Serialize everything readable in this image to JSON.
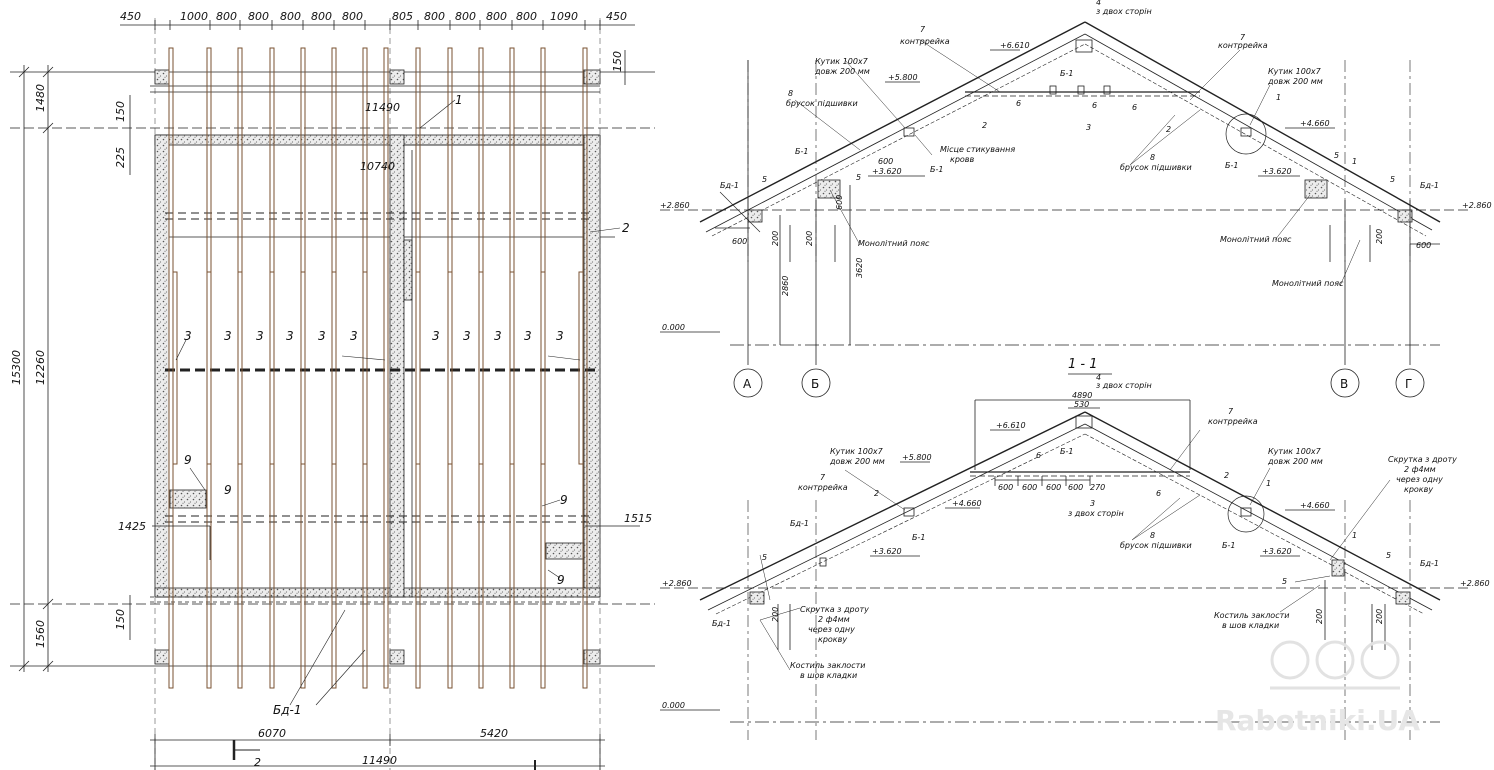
{
  "plan": {
    "top_dims": [
      "450",
      "1000",
      "800",
      "800",
      "800",
      "800",
      "800",
      "805",
      "800",
      "800",
      "800",
      "800",
      "1090",
      "450"
    ],
    "left_dims": [
      "1480",
      "12260",
      "15300",
      "1560"
    ],
    "left_small": [
      "150",
      "225",
      "150",
      "1425"
    ],
    "right_small": [
      "150",
      "1515"
    ],
    "top_lengths": [
      "11490",
      "10740"
    ],
    "bottom_dims": [
      "6070",
      "5420",
      "11490"
    ],
    "callouts": {
      "one": "1",
      "two": "2",
      "three": "3",
      "nine": "9",
      "bd": "Бд-1",
      "section_mark": "2"
    }
  },
  "upper_section": {
    "levels": [
      "+6.610",
      "+5.800",
      "+3.620",
      "+2.860",
      "+4.660",
      "+3.620",
      "+2.860",
      "0.000"
    ],
    "notes": {
      "both_sides": "з двох сторін",
      "counter": "контррейка",
      "angle_a": "Кутик 100х7",
      "angle_b": "довж 200 мм",
      "bar": "брусок підшивки",
      "junction_a": "Місце стикування",
      "junction_b": "кровв",
      "belt": "Монолітний пояс",
      "b1": "Б-1",
      "bd1": "Бд-1"
    },
    "small_dims": [
      "600",
      "200",
      "600",
      "200",
      "2860",
      "3620",
      "600",
      "600",
      "200"
    ],
    "callouts": [
      "4",
      "7",
      "7",
      "8",
      "8",
      "1",
      "2",
      "2",
      "3",
      "5",
      "5",
      "5",
      "5",
      "6",
      "6",
      "6",
      "1"
    ]
  },
  "axes": [
    "А",
    "Б",
    "В",
    "Г"
  ],
  "lower_section": {
    "title": "1 - 1",
    "levels": [
      "+6.610",
      "+5.800",
      "+4.660",
      "+3.620",
      "+2.860",
      "+4.660",
      "+3.620",
      "+2.860",
      "0.000"
    ],
    "ridge_dims": [
      "4890",
      "530"
    ],
    "purlin_dims": [
      "600",
      "600",
      "600",
      "600",
      "270"
    ],
    "notes": {
      "both_sides": "з двох сторін",
      "counter": "контррейка",
      "angle_a": "Кутик 100х7",
      "angle_b": "довж 200 мм",
      "bar": "брусок підшивки",
      "twist_a": "Скрутка з дроту",
      "twist_b": "2 ф4мм",
      "twist_c": "через одну",
      "twist_d": "крокву",
      "crutch_a": "Костиль заклости",
      "crutch_b": "в шов кладки",
      "b1": "Б-1",
      "bd1": "Бд-1"
    },
    "callouts": [
      "4",
      "7",
      "7",
      "2",
      "2",
      "3",
      "5",
      "5",
      "5",
      "6",
      "6",
      "8",
      "1",
      "1"
    ],
    "small_dims": [
      "200",
      "200",
      "200"
    ]
  },
  "watermark": "Rabotniki.UA"
}
